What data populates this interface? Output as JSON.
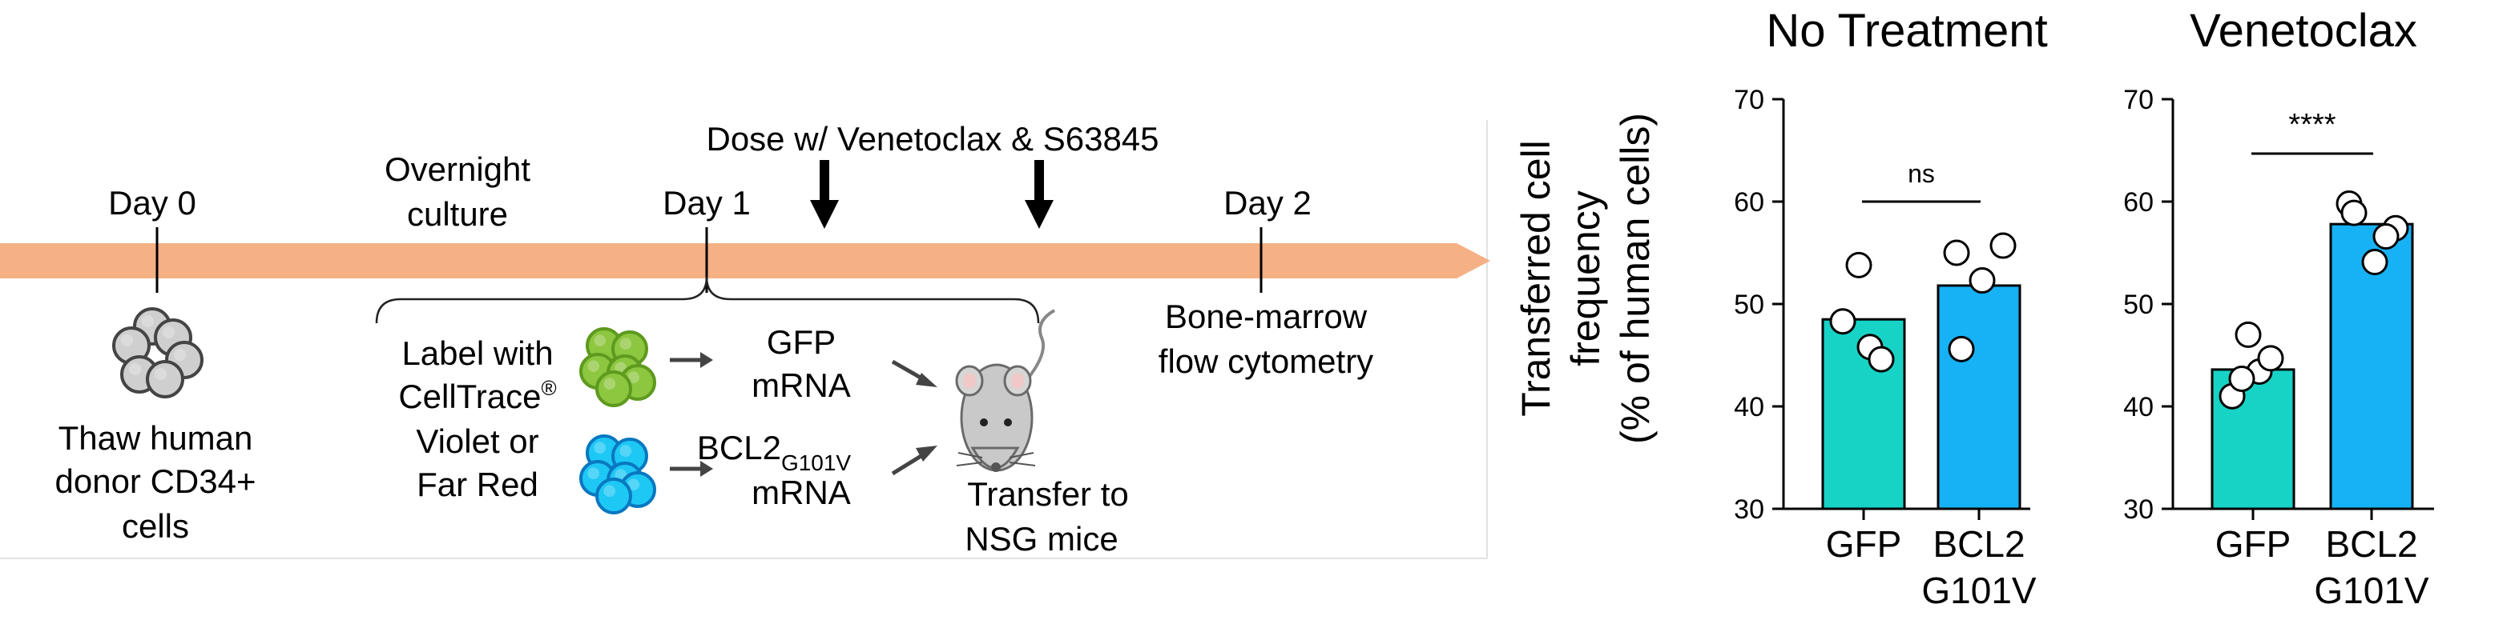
{
  "colors": {
    "timeline": "#F5B085",
    "green_cell": "#8DC63F",
    "green_cell_dark": "#5E9A1E",
    "blue_cell": "#1EC8F5",
    "blue_cell_dark": "#0A78C0",
    "gray_cell": "#CFCFCF",
    "gray_cell_dark": "#444444",
    "bar_gfp": "#17D3C6",
    "bar_bcl2": "#17B2F6"
  },
  "timeline": {
    "day0": "Day 0",
    "overnight_line1": "Overnight",
    "overnight_line2": "culture",
    "day1": "Day 1",
    "day2": "Day 2",
    "dose": "Dose w/ Venetoclax & S63845",
    "thaw_line1": "Thaw human",
    "thaw_line2": "donor CD34+",
    "thaw_line3": "cells",
    "label_line1": "Label with",
    "label_line2": "CellTrace",
    "label_reg": "®",
    "label_line3": "Violet or",
    "label_line4": "Far Red",
    "gfp_line1": "GFP",
    "gfp_line2": "mRNA",
    "bcl2_main": "BCL2",
    "bcl2_sub": "G101V",
    "bcl2_line2": "mRNA",
    "transfer_line1": "Transfer to",
    "transfer_line2": "NSG mice",
    "marrow_line1": "Bone-marrow",
    "marrow_line2": "flow cytometry",
    "icons": [
      "gray-cell-cluster-icon",
      "green-cell-cluster-icon",
      "blue-cell-cluster-icon",
      "mouse-icon",
      "down-arrow-icon",
      "right-arrow-icon"
    ]
  },
  "y_axis_label_line1": "Transferred cell",
  "y_axis_label_line2": "frequency",
  "y_axis_label_line3": "(% of human cells)",
  "chart_data": [
    {
      "type": "bar",
      "title": "No Treatment",
      "categories": [
        "GFP",
        "BCL2\nG101V"
      ],
      "category_lines": [
        [
          "GFP"
        ],
        [
          "BCL2",
          "G101V"
        ]
      ],
      "values": [
        48.5,
        51.8
      ],
      "points": [
        [
          53.8,
          48.3,
          45.8,
          44.6
        ],
        [
          55.0,
          55.7,
          52.3,
          45.6
        ]
      ],
      "ylim": [
        30,
        70
      ],
      "yticks": [
        30,
        40,
        50,
        60,
        70
      ],
      "significance": "ns",
      "grid": false
    },
    {
      "type": "bar",
      "title": "Venetoclax",
      "categories": [
        "GFP",
        "BCL2\nG101V"
      ],
      "category_lines": [
        [
          "GFP"
        ],
        [
          "BCL2",
          "G101V"
        ]
      ],
      "values": [
        43.6,
        57.8
      ],
      "points": [
        [
          47.0,
          41.0,
          43.4,
          44.7,
          42.7
        ],
        [
          59.8,
          57.4,
          54.1,
          58.9,
          56.6
        ]
      ],
      "ylim": [
        30,
        70
      ],
      "yticks": [
        30,
        40,
        50,
        60,
        70
      ],
      "significance": "****",
      "grid": false
    }
  ]
}
